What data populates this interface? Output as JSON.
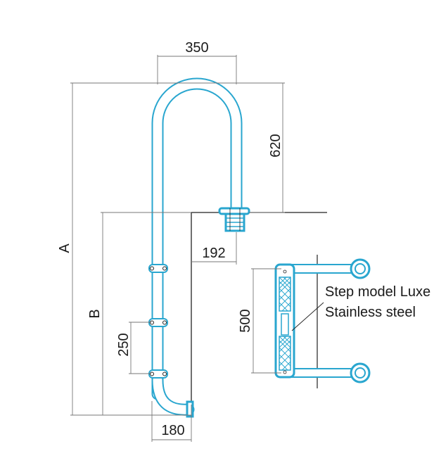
{
  "dimensions": {
    "width_top": "350",
    "height_top": "620",
    "height_total": "A",
    "height_below_edge": "B",
    "offset_wall": "192",
    "step_spacing": "250",
    "bottom_width": "180",
    "step_pitch_detail": "500"
  },
  "notes": {
    "step_model": "Step model Luxe",
    "material": "Stainless steel"
  },
  "colors": {
    "pipe": "#29a6cf",
    "dimension_line": "#777777",
    "outline": "#222222"
  }
}
